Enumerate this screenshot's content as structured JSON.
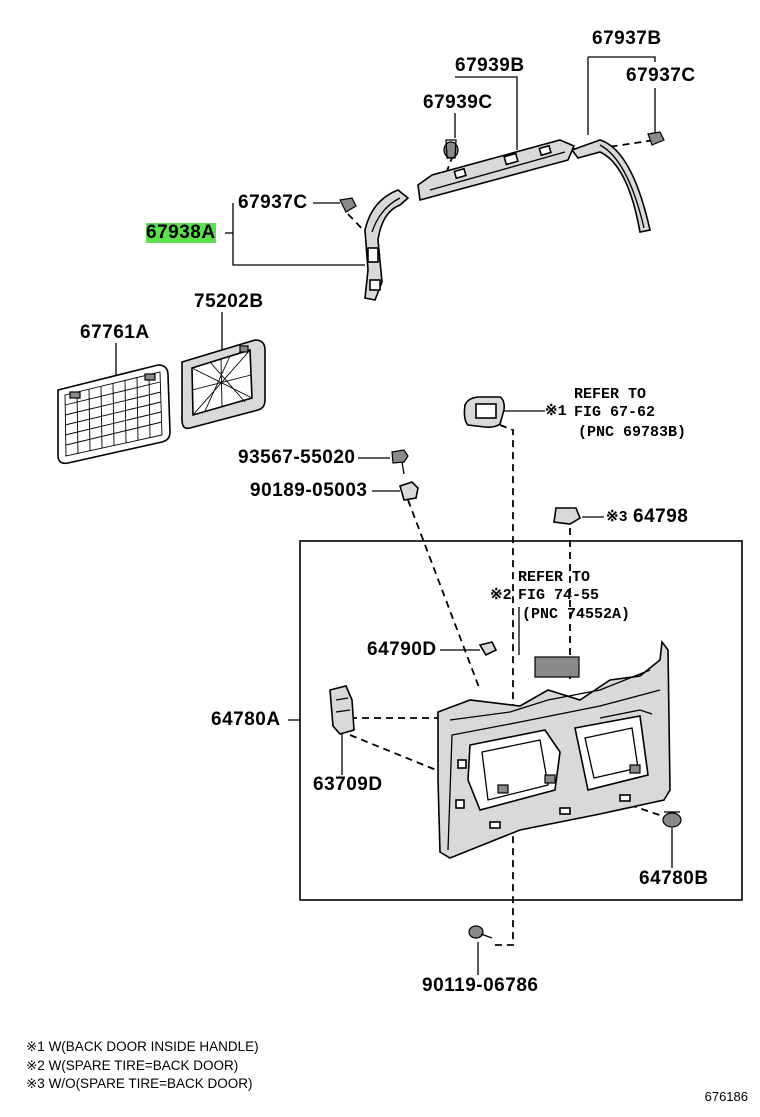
{
  "diagram": {
    "labels": {
      "p67937B": "67937B",
      "p67939B": "67939B",
      "p67937C_top": "67937C",
      "p67939C": "67939C",
      "p67937C_left": "67937C",
      "p67938A": "67938A",
      "p75202B": "75202B",
      "p67761A": "67761A",
      "p93567": "93567-55020",
      "p90189": "90189-05003",
      "p64798": "64798",
      "p64790D": "64790D",
      "p64780A": "64780A",
      "p63709D": "63709D",
      "p64780B": "64780B",
      "p90119": "90119-06786"
    },
    "markers": {
      "m1": "※1",
      "m2": "※2",
      "m3": "※3"
    },
    "references": {
      "ref1_line1": "REFER TO",
      "ref1_line2": "FIG 67-62",
      "ref1_line3": "(PNC 69783B)",
      "ref2_line1": "REFER TO",
      "ref2_line2": "FIG 74-55",
      "ref2_line3": "(PNC 74552A)"
    },
    "highlighted_part": "67938A",
    "highlight_color": "#5de04e",
    "footnotes": [
      "※1 W(BACK DOOR INSIDE HANDLE)",
      "※2 W(SPARE TIRE=BACK DOOR)",
      "※3 W/O(SPARE TIRE=BACK DOOR)"
    ],
    "figure_code": "676186"
  }
}
